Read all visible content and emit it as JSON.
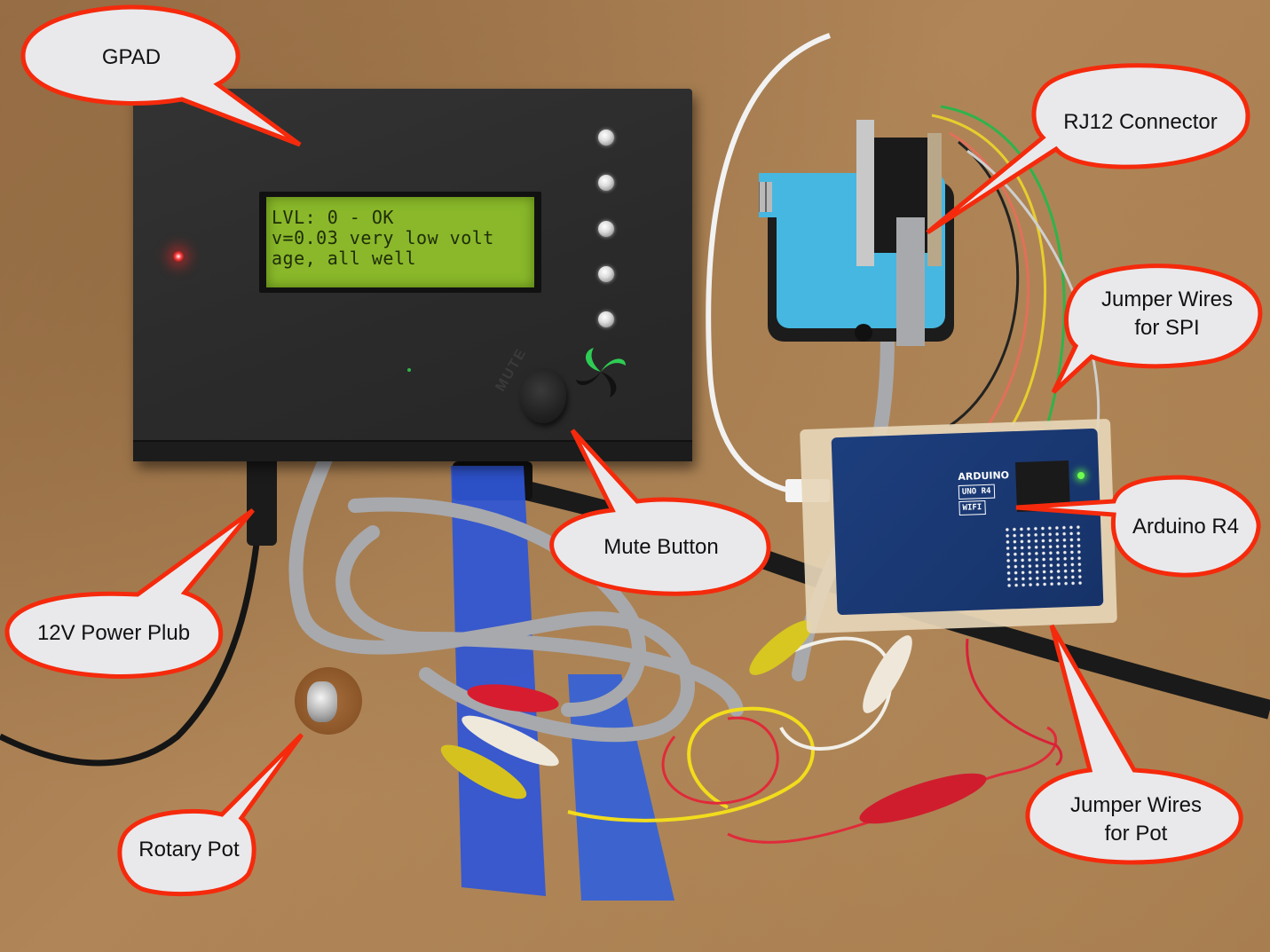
{
  "image": {
    "description": "Annotated photo of a GPAD hardware test setup on cardboard"
  },
  "lcd": {
    "lines": [
      "LVL: 0 - OK",
      "v=0.03 very low volt",
      "age, all well",
      ""
    ]
  },
  "device": {
    "mute_engraving": "MUTE",
    "arduino_brand": "ARDUINO",
    "arduino_model": "UNO R4",
    "arduino_variant": "WIFI"
  },
  "callouts": [
    {
      "id": "gpad",
      "label": "GPAD"
    },
    {
      "id": "rj12",
      "label": "RJ12 Connector"
    },
    {
      "id": "spi",
      "label": "Jumper Wires\nfor SPI",
      "line1": "Jumper Wires",
      "line2": "for SPI"
    },
    {
      "id": "arduino",
      "label": "Arduino R4"
    },
    {
      "id": "mute",
      "label": "Mute Button"
    },
    {
      "id": "power",
      "label": "12V Power Plub"
    },
    {
      "id": "pot",
      "label": "Rotary Pot"
    },
    {
      "id": "potwires",
      "label": "Jumper Wires\nfor Pot",
      "line1": "Jumper Wires",
      "line2": "for Pot"
    }
  ],
  "colors": {
    "callout_fill": "#e9e9ec",
    "callout_stroke": "#f52a0c",
    "cardboard": "#a87f52",
    "lcd_backlight": "#8ab82a",
    "tape_blue": "#2f56d6",
    "vise_blue": "#46b7e0"
  }
}
